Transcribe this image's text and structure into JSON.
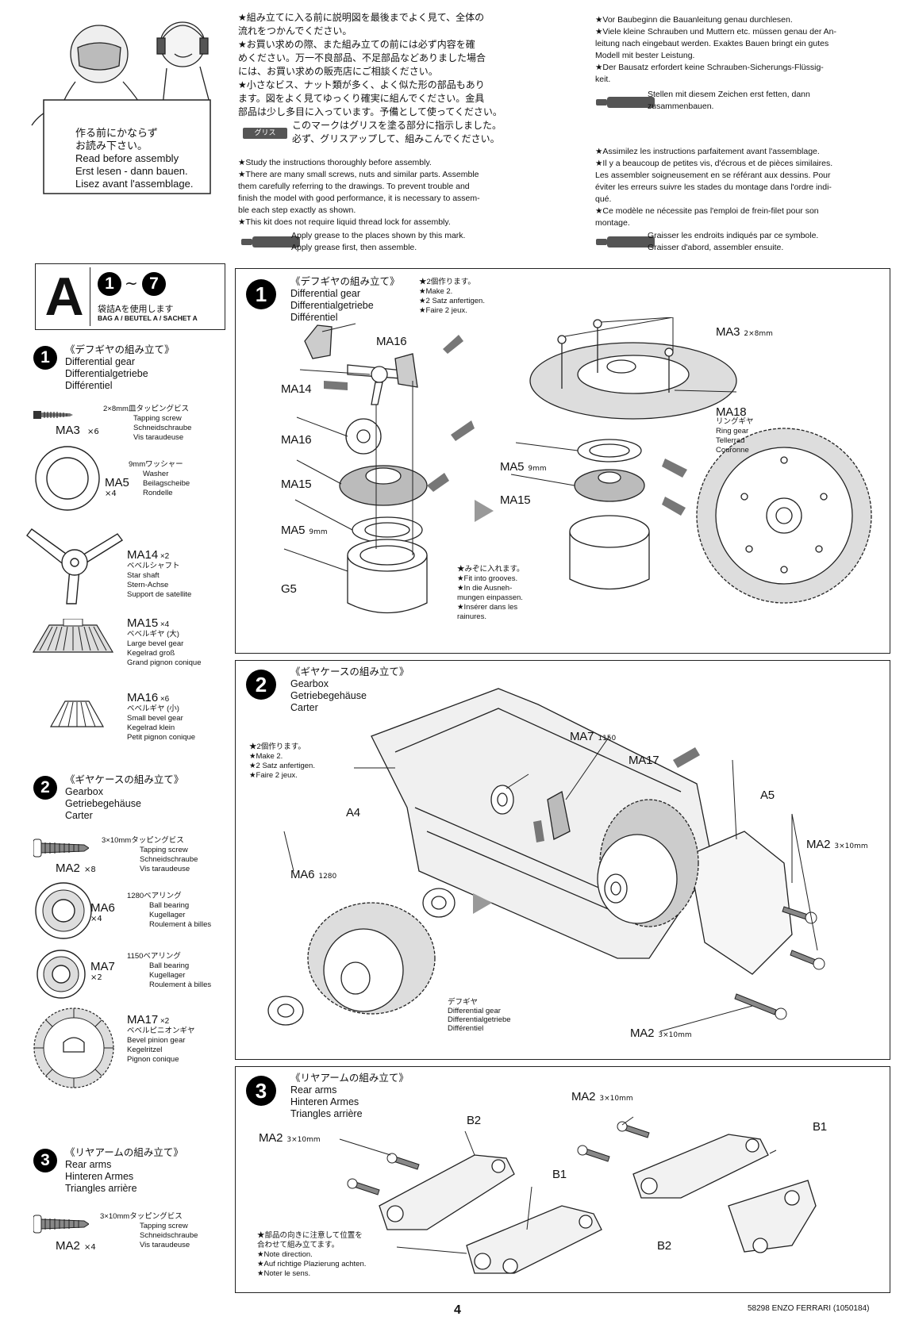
{
  "header": {
    "jp_lines": [
      "★組み立てに入る前に説明図を最後までよく見て、全体の",
      "流れをつかんでください。",
      "★お買い求めの際、また組み立ての前には必ず内容を確",
      "めください。万一不良部品、不足部品などありました場合",
      "には、お買い求めの販売店にご相談ください。",
      "★小さなビス、ナット類が多く、よく似た形の部品もあり",
      "ます。図をよく見てゆっくり確実に組んでください。金具",
      "部品は少し多目に入っています。予備として使ってください。",
      "このマークはグリスを塗る部分に指示しました。",
      "必ず、グリスアップして、組みこんでください。"
    ],
    "grease_badge": "グリス",
    "en_lines": [
      "★Study the instructions thoroughly before assembly.",
      "★There are many small screws, nuts and similar parts. Assemble",
      "them carefully referring to the drawings. To prevent trouble and",
      "finish the model with good performance, it is necessary to assem-",
      "ble each step exactly as shown.",
      "★This kit does not require liquid thread lock for assembly."
    ],
    "en_grease": [
      "Apply grease to the places shown by this mark.",
      "Apply grease first, then assemble."
    ],
    "de_lines": [
      "★Vor Baubeginn die Bauanleitung genau durchlesen.",
      "★Viele kleine Schrauben und Muttern etc. müssen genau der An-",
      "leitung nach eingebaut werden. Exaktes Bauen bringt ein gutes",
      "Modell mit bester Leistung.",
      "★Der Bausatz erfordert keine Schrauben-Sicherungs-Flüssig-",
      "keit."
    ],
    "de_grease": [
      "Stellen mit diesem Zeichen erst fetten, dann",
      "zusammenbauen."
    ],
    "fr_lines": [
      "★Assimilez les instructions parfaitement avant l'assemblage.",
      "★Il y a beaucoup de petites vis, d'écrous et de pièces similaires.",
      "Les assembler soigneusement en se référant aux dessins. Pour",
      "éviter les erreurs suivre les stades du montage dans l'ordre indi-",
      "qué.",
      "★Ce modèle ne nécessite pas l'emploi de frein-filet pour son",
      "montage."
    ],
    "fr_grease": [
      "Graisser les endroits indiqués par ce symbole.",
      "Graisser d'abord, assembler ensuite."
    ],
    "sign": {
      "jp1": "作る前にかならず",
      "jp2": "お読み下さい。",
      "en": "Read before assembly",
      "de": "Erst lesen - dann bauen.",
      "fr": "Lisez avant l'assemblage."
    }
  },
  "bag": {
    "letter": "A",
    "range_start": "1",
    "range_sep": "~",
    "range_end": "7",
    "jp": "袋詰Aを使用します",
    "en": "BAG A / BEUTEL A / SACHET A"
  },
  "parts": {
    "step1": {
      "num": "1",
      "title_jp": "《デフギヤの組み立て》",
      "title_en": "Differential gear",
      "title_de": "Differentialgetriebe",
      "title_fr": "Différentiel",
      "items": [
        {
          "code": "MA3",
          "qty": "×6",
          "desc_jp": "2×8mm皿タッピングビス",
          "desc_en": "Tapping screw",
          "desc_de": "Schneidschraube",
          "desc_fr": "Vis taraudeuse"
        },
        {
          "code": "MA5",
          "qty": "×4",
          "desc_jp": "9mmワッシャー",
          "desc_en": "Washer",
          "desc_de": "Beilagscheibe",
          "desc_fr": "Rondelle"
        },
        {
          "code": "MA14",
          "qty": "×2",
          "desc_jp": "ベベルシャフト",
          "desc_en": "Star shaft",
          "desc_de": "Stern-Achse",
          "desc_fr": "Support de satellite"
        },
        {
          "code": "MA15",
          "qty": "×4",
          "desc_jp": "ベベルギヤ (大)",
          "desc_en": "Large bevel gear",
          "desc_de": "Kegelrad groß",
          "desc_fr": "Grand pignon conique"
        },
        {
          "code": "MA16",
          "qty": "×6",
          "desc_jp": "ベベルギヤ (小)",
          "desc_en": "Small bevel gear",
          "desc_de": "Kegelrad klein",
          "desc_fr": "Petit pignon conique"
        }
      ]
    },
    "step2": {
      "num": "2",
      "title_jp": "《ギヤケースの組み立て》",
      "title_en": "Gearbox",
      "title_de": "Getriebegehäuse",
      "title_fr": "Carter",
      "items": [
        {
          "code": "MA2",
          "qty": "×8",
          "desc_jp": "3×10mmタッピングビス",
          "desc_en": "Tapping screw",
          "desc_de": "Schneidschraube",
          "desc_fr": "Vis taraudeuse"
        },
        {
          "code": "MA6",
          "qty": "×4",
          "desc_jp": "1280ベアリング",
          "desc_en": "Ball bearing",
          "desc_de": "Kugellager",
          "desc_fr": "Roulement à billes"
        },
        {
          "code": "MA7",
          "qty": "×2",
          "desc_jp": "1150ベアリング",
          "desc_en": "Ball bearing",
          "desc_de": "Kugellager",
          "desc_fr": "Roulement à billes"
        },
        {
          "code": "MA17",
          "qty": "×2",
          "desc_jp": "ベベルピニオンギヤ",
          "desc_en": "Bevel pinion gear",
          "desc_de": "Kegelritzel",
          "desc_fr": "Pignon conique"
        }
      ]
    },
    "step3": {
      "num": "3",
      "title_jp": "《リヤアームの組み立て》",
      "title_en": "Rear arms",
      "title_de": "Hinteren Armes",
      "title_fr": "Triangles arrière",
      "items": [
        {
          "code": "MA2",
          "qty": "×4",
          "desc_jp": "3×10mmタッピングビス",
          "desc_en": "Tapping screw",
          "desc_de": "Schneidschraube",
          "desc_fr": "Vis taraudeuse"
        }
      ]
    }
  },
  "panel1": {
    "num": "1",
    "title_jp": "《デフギヤの組み立て》",
    "title_en": "Differential gear",
    "title_de": "Differentialgetriebe",
    "title_fr": "Différentiel",
    "make_jp": "★2個作ります。",
    "make_en": "★Make 2.",
    "make_de": "★2 Satz anfertigen.",
    "make_fr": "★Faire 2 jeux.",
    "labels": {
      "ma16a": "MA16",
      "ma14": "MA14",
      "ma16b": "MA16",
      "ma15a": "MA15",
      "ma5a": "MA5",
      "ma5a_size": "9mm",
      "g5": "G5",
      "ma3": "MA3",
      "ma3_size": "2×8mm",
      "ma18": "MA18",
      "ma18_jp": "リングギヤ",
      "ma18_en": "Ring gear",
      "ma18_de": "Tellerrad",
      "ma18_fr": "Couronne",
      "ma5b": "MA5",
      "ma5b_size": "9mm",
      "ma15b": "MA15"
    },
    "fit": [
      "★みぞに入れます。",
      "★Fit into grooves.",
      "★In die Ausneh-",
      "mungen einpassen.",
      "★Insérer dans les",
      "rainures."
    ]
  },
  "panel2": {
    "num": "2",
    "title_jp": "《ギヤケースの組み立て》",
    "title_en": "Gearbox",
    "title_de": "Getriebegehäuse",
    "title_fr": "Carter",
    "make_jp": "★2個作ります。",
    "make_en": "★Make 2.",
    "make_de": "★2 Satz anfertigen.",
    "make_fr": "★Faire 2 jeux.",
    "labels": {
      "ma7": "MA7",
      "ma7_size": "1150",
      "ma17": "MA17",
      "a4": "A4",
      "a5": "A5",
      "ma2a": "MA2",
      "ma2a_size": "3×10mm",
      "ma6": "MA6",
      "ma6_size": "1280",
      "ma2b": "MA2",
      "ma2b_size": "3×10mm",
      "diff_jp": "デフギヤ",
      "diff_en": "Differential gear",
      "diff_de": "Differentialgetriebe",
      "diff_fr": "Différentiel"
    }
  },
  "panel3": {
    "num": "3",
    "title_jp": "《リヤアームの組み立て》",
    "title_en": "Rear arms",
    "title_de": "Hinteren Armes",
    "title_fr": "Triangles arrière",
    "labels": {
      "ma2a": "MA2",
      "ma2a_size": "3×10mm",
      "ma2b": "MA2",
      "ma2b_size": "3×10mm",
      "b2a": "B2",
      "b1a": "B1",
      "b1b": "B1",
      "b2b": "B2"
    },
    "note": [
      "★部品の向きに注意して位置を",
      "合わせて組み立てます。",
      "★Note direction.",
      "★Auf richtige Plazierung achten.",
      "★Noter le sens."
    ]
  },
  "footer": {
    "page": "4",
    "code": "58298",
    "title": "ENZO FERRARI",
    "ref": "(1050184)"
  }
}
